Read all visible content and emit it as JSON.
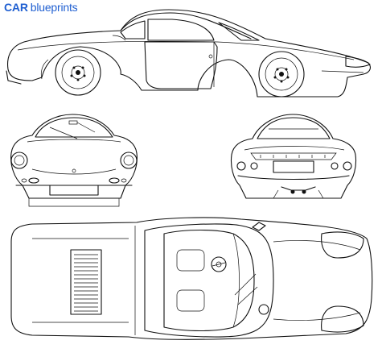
{
  "logo": {
    "brand": "CAR",
    "suffix": "blueprints"
  },
  "views": [
    "side-view",
    "front-view",
    "rear-view",
    "top-view"
  ],
  "colors": {
    "logo_blue": "#1f5fd1",
    "line": "#111111",
    "background": "#ffffff"
  }
}
